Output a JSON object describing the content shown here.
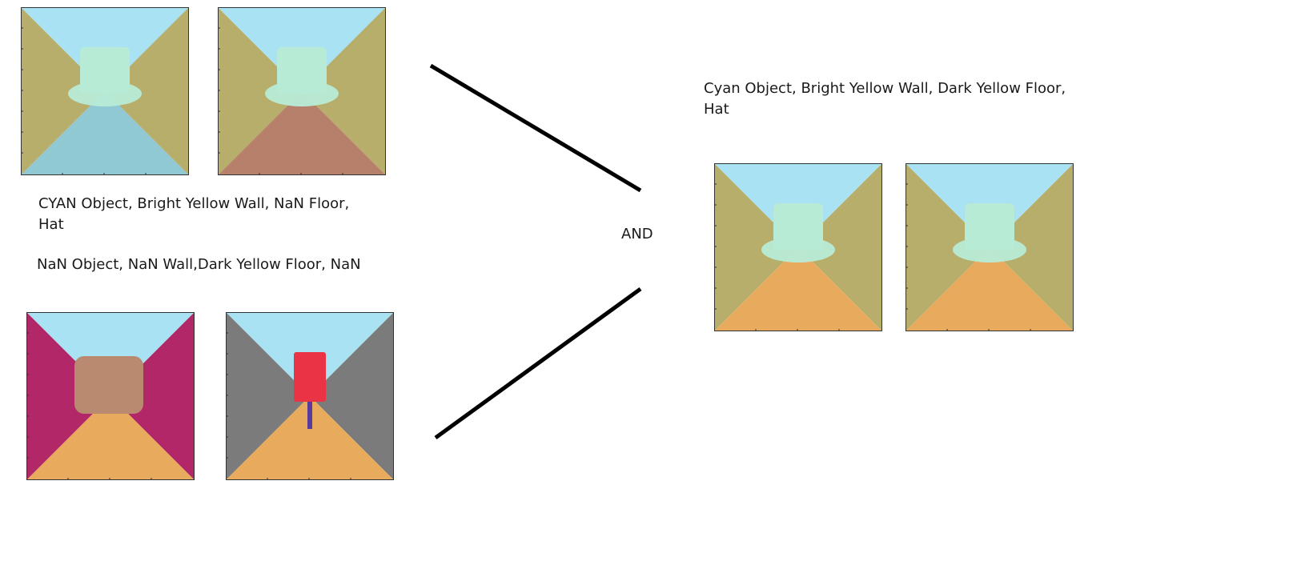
{
  "labels": {
    "top_left": " CYAN Object, Bright Yellow Wall, NaN Floor,\nHat",
    "middle_left": "NaN Object, NaN Wall,Dark Yellow Floor, NaN",
    "and": "AND",
    "right": "Cyan Object, Bright Yellow Wall, Dark Yellow Floor,\nHat"
  },
  "colors": {
    "sky": "#a8e2f3",
    "bright_yellow_wall": "#b8ae6c",
    "dark_yellow_floor": "#e8ab5e",
    "cyan_object": "#b8ebd6",
    "magenta_wall": "#b12767",
    "gray_wall": "#7b7b7b",
    "red_object": "#ea3345",
    "brown_object": "#ba8a70",
    "line": "#000000"
  },
  "panels": [
    {
      "name": "top-left-1",
      "wall": "#b8ae6c",
      "floor": "#90c8d3",
      "object": "hat"
    },
    {
      "name": "top-left-2",
      "wall": "#b8ae6c",
      "floor": "#b6806a",
      "object": "hat"
    },
    {
      "name": "bottom-left-1",
      "wall": "#b12767",
      "floor": "#e8ab5e",
      "object": "box"
    },
    {
      "name": "bottom-left-2",
      "wall": "#7b7b7b",
      "floor": "#e8ab5e",
      "object": "post"
    },
    {
      "name": "right-1",
      "wall": "#b8ae6c",
      "floor": "#e8ab5e",
      "object": "hat"
    },
    {
      "name": "right-2",
      "wall": "#b8ae6c",
      "floor": "#e8ab5e",
      "object": "hat"
    }
  ]
}
